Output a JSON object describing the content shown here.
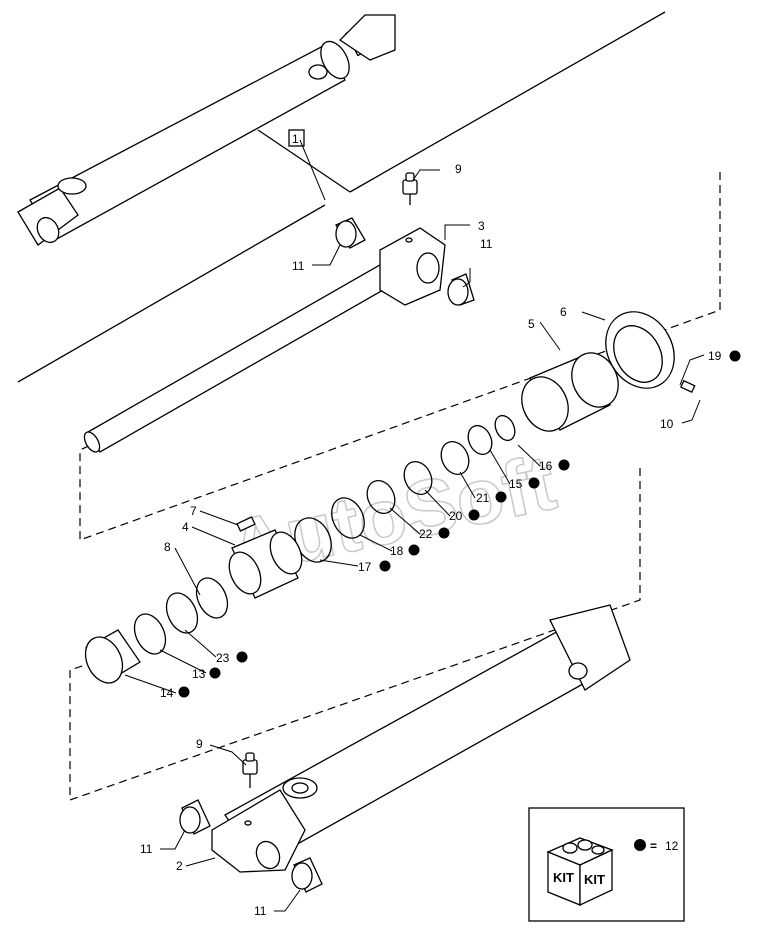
{
  "watermark": "AutoSoft",
  "callouts": [
    {
      "id": "c1",
      "text": "1",
      "boxed": true,
      "dot": false
    },
    {
      "id": "c9a",
      "text": "9",
      "dot": false
    },
    {
      "id": "c3",
      "text": "3",
      "dot": false
    },
    {
      "id": "c11a",
      "text": "11",
      "dot": false
    },
    {
      "id": "c11b",
      "text": "11",
      "dot": false
    },
    {
      "id": "c6",
      "text": "6",
      "dot": false
    },
    {
      "id": "c5",
      "text": "5",
      "dot": false
    },
    {
      "id": "c19",
      "text": "19",
      "dot": true
    },
    {
      "id": "c10",
      "text": "10",
      "dot": false
    },
    {
      "id": "c16",
      "text": "16",
      "dot": true
    },
    {
      "id": "c15",
      "text": "15",
      "dot": true
    },
    {
      "id": "c21",
      "text": "21",
      "dot": true
    },
    {
      "id": "c20",
      "text": "20",
      "dot": true
    },
    {
      "id": "c22",
      "text": "22",
      "dot": true
    },
    {
      "id": "c18",
      "text": "18",
      "dot": true
    },
    {
      "id": "c17",
      "text": "17",
      "dot": true
    },
    {
      "id": "c7",
      "text": "7",
      "dot": false
    },
    {
      "id": "c4",
      "text": "4",
      "dot": false
    },
    {
      "id": "c8",
      "text": "8",
      "dot": false
    },
    {
      "id": "c23",
      "text": "23",
      "dot": true
    },
    {
      "id": "c13",
      "text": "13",
      "dot": true
    },
    {
      "id": "c14",
      "text": "14",
      "dot": true
    },
    {
      "id": "c9b",
      "text": "9",
      "dot": false
    },
    {
      "id": "c11c",
      "text": "11",
      "dot": false
    },
    {
      "id": "c2",
      "text": "2",
      "dot": false
    },
    {
      "id": "c11d",
      "text": "11",
      "dot": false
    }
  ],
  "kit_legend": {
    "box_label_left": "KIT",
    "box_label_right": "KIT",
    "equals": "=",
    "number": "12"
  }
}
